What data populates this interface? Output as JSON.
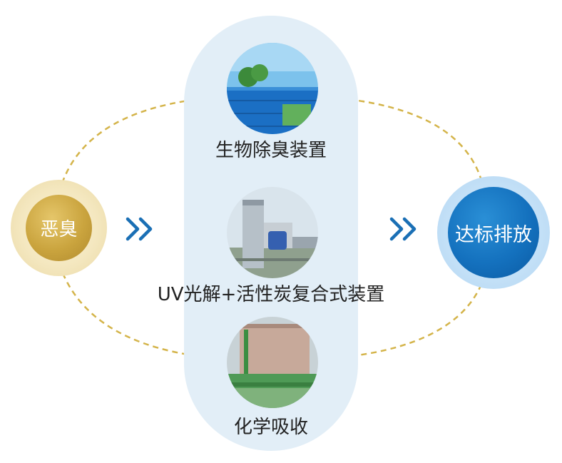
{
  "source": {
    "label": "恶臭"
  },
  "target": {
    "label": "达标排放"
  },
  "methods": [
    {
      "label": "生物除臭装置"
    },
    {
      "label": "UV光解+活性炭复合式装置"
    },
    {
      "label": "化学吸收"
    }
  ],
  "colors": {
    "dashed_line": "#d4b44a",
    "source_fill": "#c9a440",
    "target_fill": "#1572bf",
    "chevron": "#1a6fb5",
    "pill_background": "#e2eef7"
  },
  "icons": [
    "double-chevron-right-icon",
    "double-chevron-right-icon"
  ]
}
